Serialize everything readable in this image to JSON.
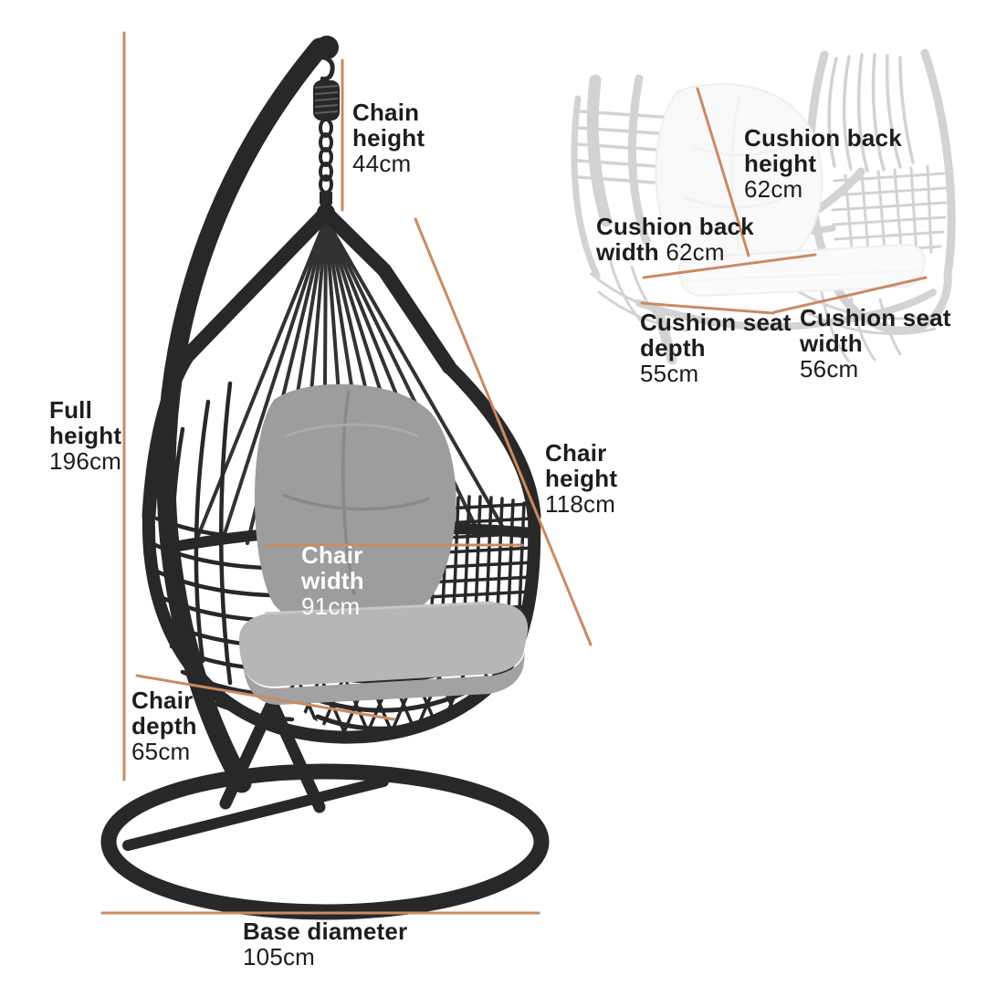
{
  "colors": {
    "accent": "#c98b63",
    "text": "#1d1d1d",
    "chair": "#282828",
    "cushion_back": "#9d9d9d",
    "cushion_seat": "#b6b6b6",
    "ghost": "#c6c6c6",
    "background": "#ffffff"
  },
  "dimensions": {
    "chain_height": {
      "line1": "Chain",
      "line2": "height",
      "value": "44cm"
    },
    "full_height": {
      "line1": "Full",
      "line2": "height",
      "value": "196cm"
    },
    "chair_height": {
      "line1": "Chair",
      "line2": "height",
      "value": "118cm"
    },
    "chair_width": {
      "line1": "Chair",
      "line2": "width",
      "value": "91cm"
    },
    "chair_depth": {
      "line1": "Chair",
      "line2": "depth",
      "value": "65cm"
    },
    "base_diameter": {
      "line1": "Base diameter",
      "value": "105cm"
    },
    "cushion_back_height": {
      "line1": "Cushion back",
      "line2": "height",
      "value": "62cm"
    },
    "cushion_back_width": {
      "line1": "Cushion back",
      "line2": "width",
      "value": "62cm"
    },
    "cushion_seat_depth": {
      "line1": "Cushion seat",
      "line2": "depth",
      "value": "55cm"
    },
    "cushion_seat_width": {
      "line1": "Cushion seat",
      "line2": "width",
      "value": "56cm"
    }
  }
}
